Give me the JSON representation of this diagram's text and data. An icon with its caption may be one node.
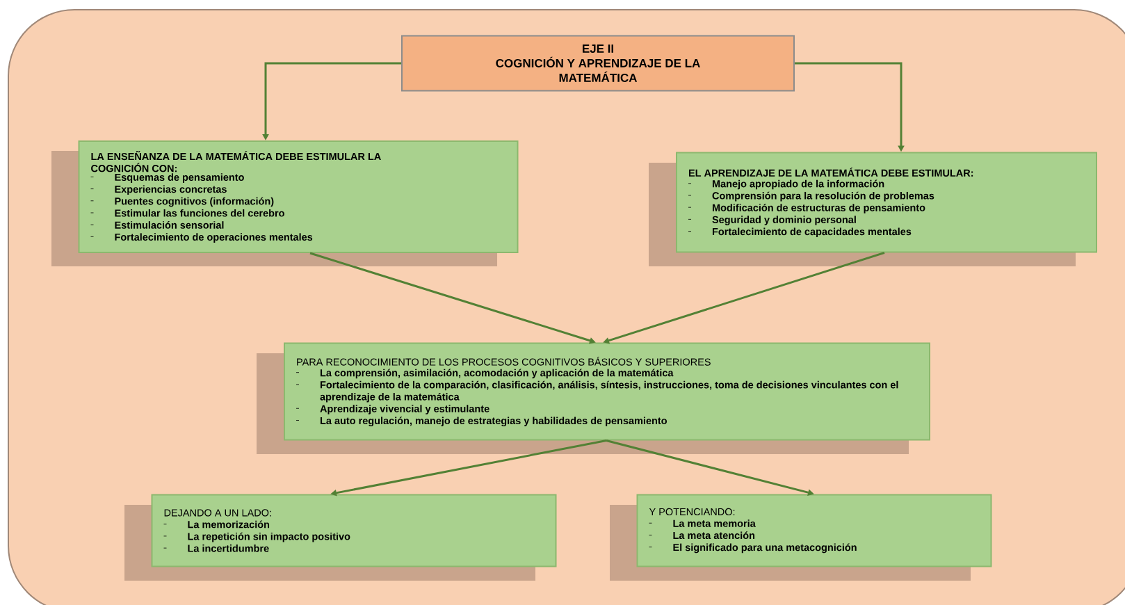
{
  "diagram": {
    "nodes": [
      {
        "text": [
          "EJE II",
          "COGNICIÓN Y APRENDIZAJE DE LA MATEMÁTICA"
        ]
      },
      {
        "text": [
          "LA ENSEÑANZA DE LA MATEMÁTICA DEBE ESTIMULAR LA COGNICIÓN CON:",
          "Esquemas de pensamiento",
          "Experiencias concretas",
          "Puentes cognitivos (información)",
          "Estimular las funciones del cerebro",
          "Estimulación sensorial",
          "Fortalecimiento de operaciones mentales"
        ]
      },
      {
        "text": [
          "EL APRENDIZAJE DE LA MATEMÁTICA DEBE ESTIMULAR:",
          "Manejo apropiado de la información",
          "Comprensión para la resolución de problemas",
          "Modificación de estructuras de pensamiento",
          "Seguridad y dominio personal",
          "Fortalecimiento de capacidades mentales"
        ]
      },
      {
        "text": [
          "PARA RECONOCIMIENTO DE LOS PROCESOS COGNITIVOS BÁSICOS Y SUPERIORES",
          "La comprensión, asimilación, acomodación y aplicación de la matemática",
          "Fortalecimiento de la comparación, clasificación, análisis, síntesis, instrucciones, toma de decisiones vinculantes con el aprendizaje de la matemática",
          "Aprendizaje vivencial y estimulante",
          "La auto regulación, manejo de estrategias y habilidades de pensamiento"
        ]
      },
      {
        "text": [
          "DEJANDO A UN LADO:",
          "La memorización",
          "La repetición sin impacto positivo",
          "La incertidumbre"
        ]
      },
      {
        "text": [
          "Y POTENCIANDO:",
          "La meta memoria",
          "La meta atención",
          "El significado para una metacognición"
        ]
      }
    ],
    "edges": [
      {
        "from": 0,
        "to": 1,
        "arrow": "to"
      },
      {
        "from": 0,
        "to": 2,
        "arrow": "to"
      },
      {
        "from": 1,
        "to": 3,
        "arrow": "to"
      },
      {
        "from": 2,
        "to": 3,
        "arrow": "to"
      },
      {
        "from": 3,
        "to": 4,
        "arrow": "to"
      },
      {
        "from": 3,
        "to": 5,
        "arrow": "to"
      }
    ]
  }
}
